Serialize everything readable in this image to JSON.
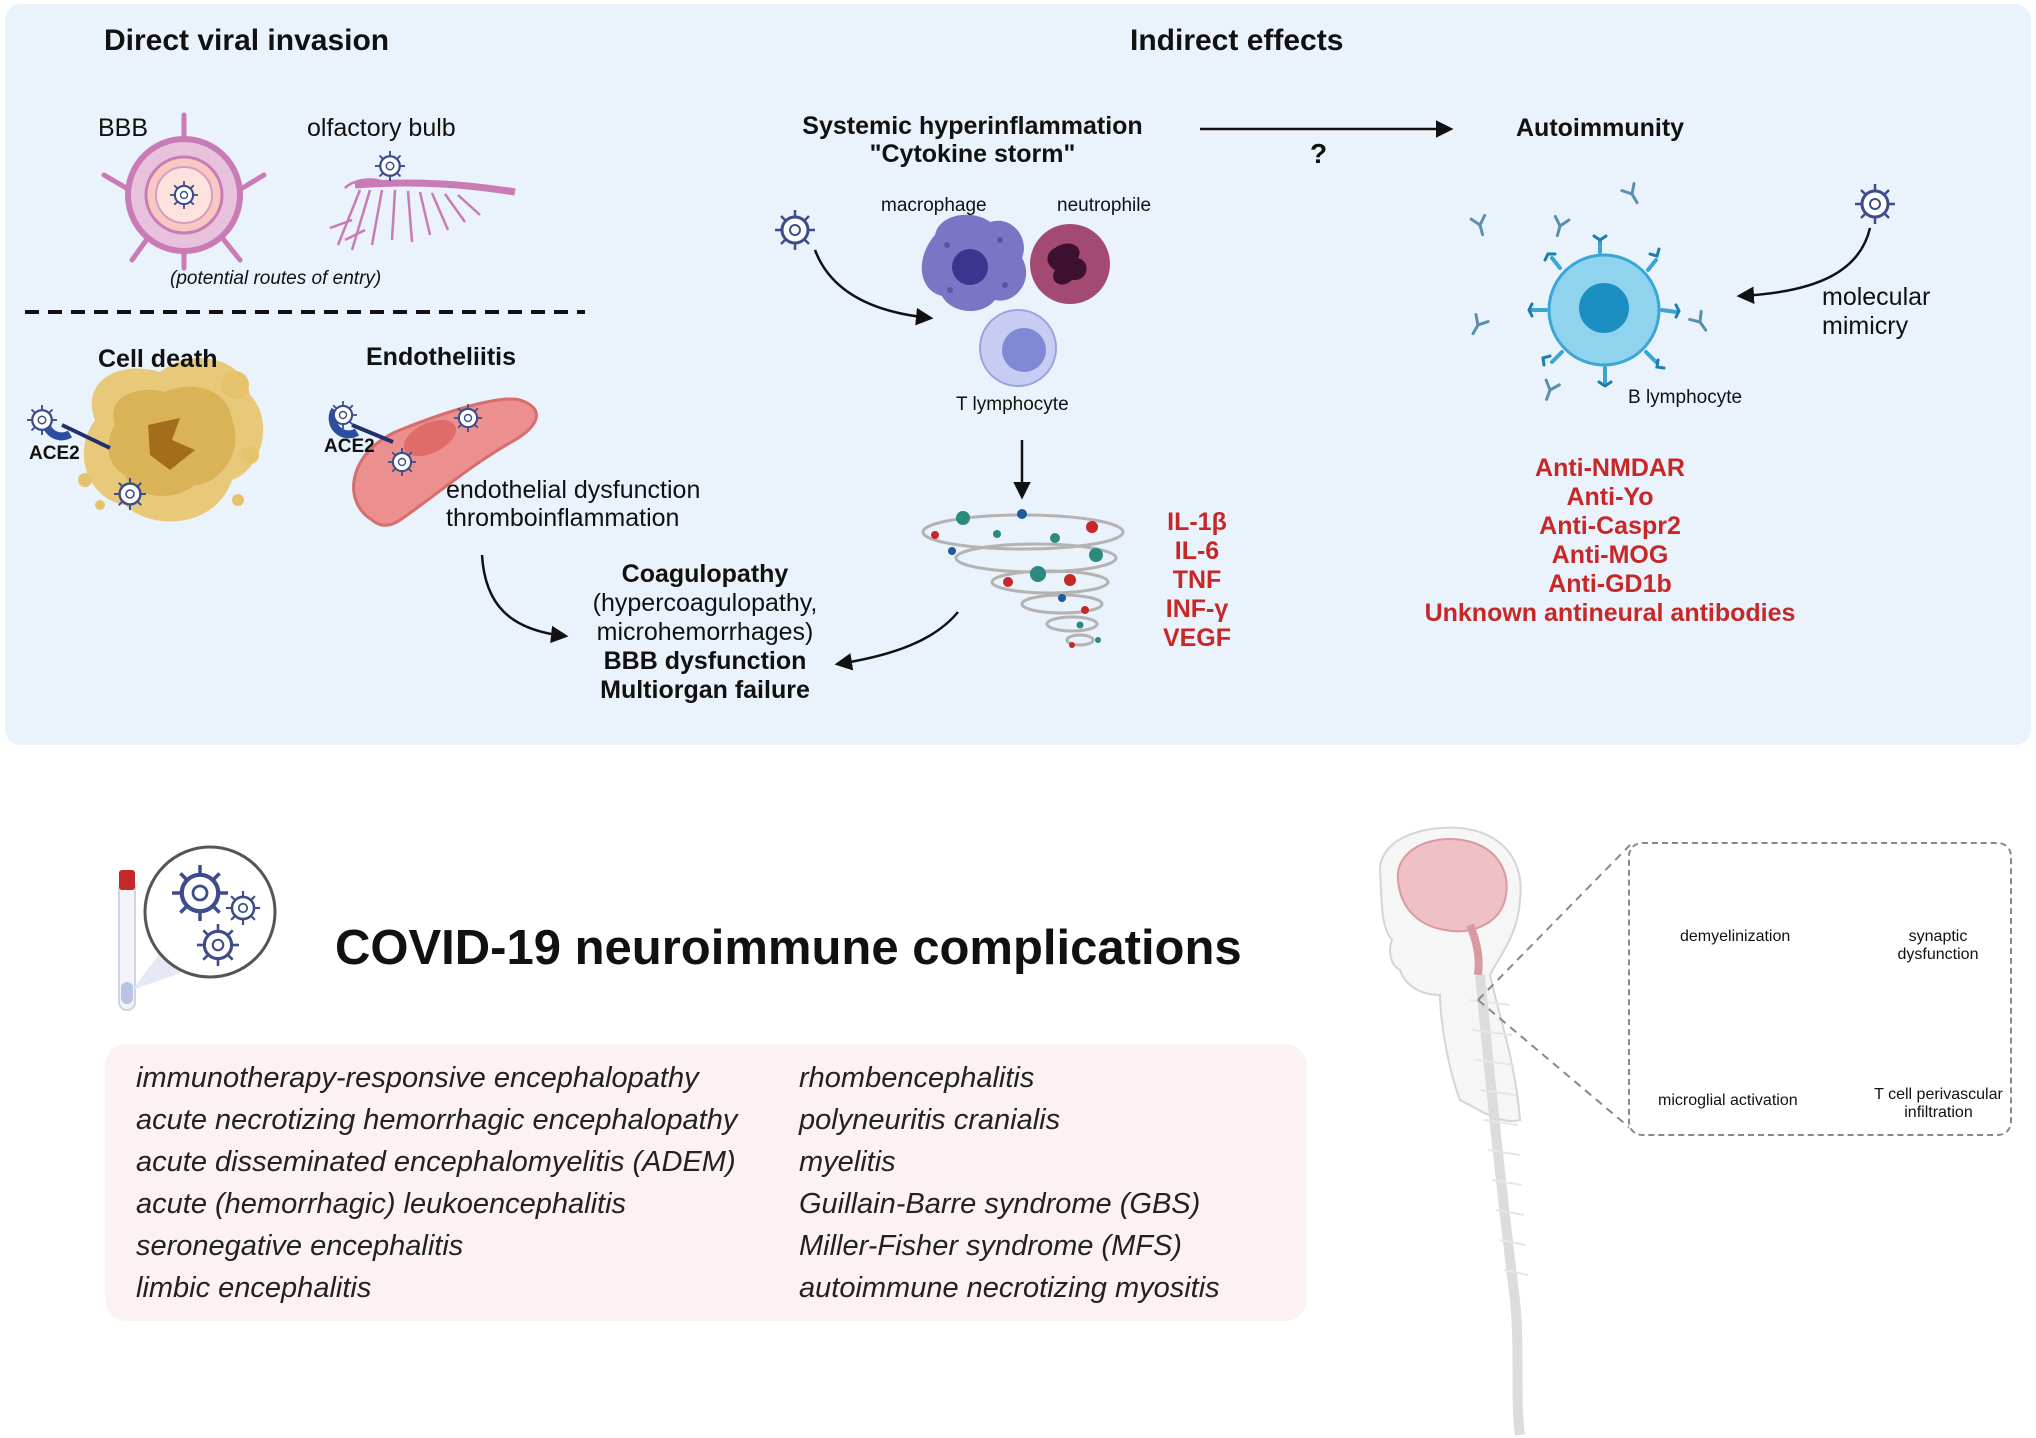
{
  "top_panel": {
    "direct": {
      "title": "Direct viral invasion",
      "bbb_label": "BBB",
      "olfactory_label": "olfactory bulb",
      "routes_note": "(potential  routes of entry)",
      "cell_death_title": "Cell death",
      "endotheliitis_title": "Endotheliitis",
      "ace2_label_1": "ACE2",
      "ace2_label_2": "ACE2",
      "endo_line1": "endothelial dysfunction",
      "endo_line2": "thromboinflammation"
    },
    "indirect": {
      "title": "Indirect effects",
      "hyper_line1": "Systemic hyperinflammation",
      "hyper_line2": "\"Cytokine storm\"",
      "question": "?",
      "autoimmunity": "Autoimmunity",
      "macrophage": "macrophage",
      "neutrophile": "neutrophile",
      "t_lymphocyte": "T lymphocyte",
      "b_lymphocyte": "B lymphocyte",
      "mimicry_line1": "molecular",
      "mimicry_line2": "mimicry",
      "cytokines": [
        "IL-1β",
        "IL-6",
        "TNF",
        "INF-γ",
        "VEGF"
      ],
      "antibodies": [
        "Anti-NMDAR",
        "Anti-Yo",
        "Anti-Caspr2",
        "Anti-MOG",
        "Anti-GD1b",
        "Unknown antineural antibodies"
      ]
    },
    "outcomes": {
      "coag": "Coagulopathy",
      "coag_sub1": "(hypercoagulopathy,",
      "coag_sub2": "microhemorrhages)",
      "bbb_dys": "BBB dysfunction",
      "multiorgan": "Multiorgan failure"
    }
  },
  "bottom": {
    "title": "COVID-19 neuroimmune complications",
    "list_left": [
      "immunotherapy-responsive encephalopathy",
      "acute necrotizing hemorrhagic encephalopathy",
      "acute disseminated encephalomyelitis (ADEM)",
      "acute (hemorrhagic) leukoencephalitis",
      "seronegative encephalitis",
      "limbic encephalitis"
    ],
    "list_right": [
      "rhombencephalitis",
      "polyneuritis cranialis",
      "myelitis",
      "Guillain-Barre syndrome (GBS)",
      "Miller-Fisher syndrome (MFS)",
      "autoimmune necrotizing myositis"
    ],
    "inset": {
      "demyelinization": "demyelinization",
      "synaptic_1": "synaptic",
      "synaptic_2": "dysfunction",
      "microglial": "microglial activation",
      "tcell_1": "T cell perivascular",
      "tcell_2": "infiltration"
    }
  },
  "colors": {
    "panel_bg": "#eaf2fb",
    "accent_red": "#c62828",
    "virus": "#3d4c8a",
    "bbb_pink": "#c97bb5",
    "macrophage": "#7c74c4",
    "neutrophile": "#a34a72",
    "t_cell": "#9aa3e0",
    "b_cell": "#3aa6d6",
    "cell_death": "#e6c36a",
    "endothelium": "#e98585",
    "list_bg": "#fbf2f1"
  },
  "icons": [
    "virus-icon",
    "bbb-vessel-icon",
    "olfactory-bulb-icon",
    "apoptotic-cell-icon",
    "endothelial-cell-icon",
    "macrophage-icon",
    "neutrophile-icon",
    "t-lymphocyte-icon",
    "b-lymphocyte-icon",
    "antibody-icon",
    "cytokine-storm-icon",
    "test-tube-icon",
    "human-head-icon",
    "neuron-icon",
    "synapse-icon",
    "microglia-icon"
  ]
}
